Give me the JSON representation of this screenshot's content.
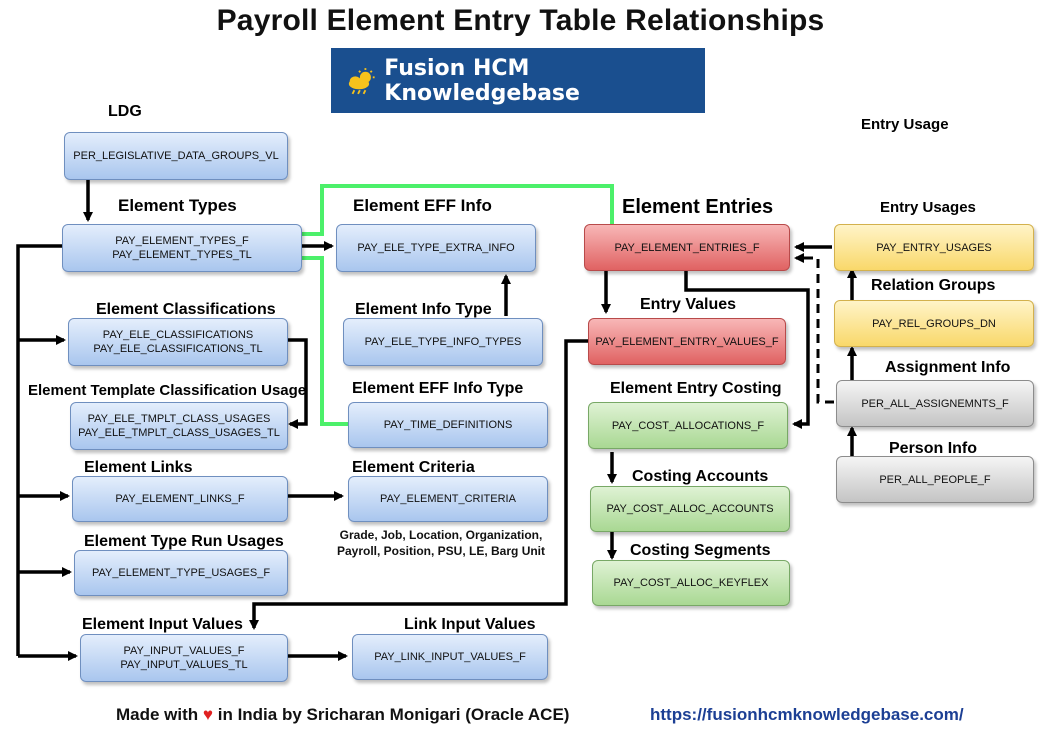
{
  "title": "Payroll Element Entry Table Relationships",
  "logo": {
    "text": "Fusion HCM Knowledgebase",
    "icon": "sun-cloud-icon"
  },
  "labels": {
    "ldg": "LDG",
    "element_types": "Element Types",
    "element_classifications": "Element Classifications",
    "element_template_classification_usage": "Element Template Classification Usage",
    "element_links": "Element Links",
    "element_type_run_usages": "Element Type Run Usages",
    "element_input_values": "Element Input Values",
    "link_input_values": "Link Input Values",
    "element_eff_info": "Element EFF Info",
    "element_info_type": "Element Info Type",
    "element_eff_info_type": "Element EFF Info Type",
    "element_criteria": "Element Criteria",
    "element_entries": "Element Entries",
    "entry_values": "Entry Values",
    "element_entry_costing": "Element Entry Costing",
    "costing_accounts": "Costing Accounts",
    "costing_segments": "Costing Segments",
    "entry_usage": "Entry Usage",
    "entry_usages": "Entry Usages",
    "relation_groups": "Relation Groups",
    "assignment_info": "Assignment Info",
    "person_info": "Person Info"
  },
  "boxes": {
    "per_legislative_data_groups_vl": {
      "line1": "PER_LEGISLATIVE_DATA_GROUPS_VL",
      "line2": ""
    },
    "pay_element_types": {
      "line1": "PAY_ELEMENT_TYPES_F",
      "line2": "PAY_ELEMENT_TYPES_TL"
    },
    "pay_ele_classifications": {
      "line1": "PAY_ELE_CLASSIFICATIONS",
      "line2": "PAY_ELE_CLASSIFICATIONS_TL"
    },
    "pay_ele_tmplt_class_usages": {
      "line1": "PAY_ELE_TMPLT_CLASS_USAGES",
      "line2": "PAY_ELE_TMPLT_CLASS_USAGES_TL"
    },
    "pay_element_links_f": {
      "line1": "PAY_ELEMENT_LINKS_F",
      "line2": ""
    },
    "pay_element_type_usages_f": {
      "line1": "PAY_ELEMENT_TYPE_USAGES_F",
      "line2": ""
    },
    "pay_input_values": {
      "line1": "PAY_INPUT_VALUES_F",
      "line2": "PAY_INPUT_VALUES_TL"
    },
    "pay_link_input_values_f": {
      "line1": "PAY_LINK_INPUT_VALUES_F",
      "line2": ""
    },
    "pay_ele_type_extra_info": {
      "line1": "PAY_ELE_TYPE_EXTRA_INFO",
      "line2": ""
    },
    "pay_ele_type_info_types": {
      "line1": "PAY_ELE_TYPE_INFO_TYPES",
      "line2": ""
    },
    "pay_time_definitions": {
      "line1": "PAY_TIME_DEFINITIONS",
      "line2": ""
    },
    "pay_element_criteria": {
      "line1": "PAY_ELEMENT_CRITERIA",
      "line2": ""
    },
    "pay_element_entries_f": {
      "line1": "PAY_ELEMENT_ENTRIES_F",
      "line2": ""
    },
    "pay_element_entry_values_f": {
      "line1": "PAY_ELEMENT_ENTRY_VALUES_F",
      "line2": ""
    },
    "pay_cost_allocations_f": {
      "line1": "PAY_COST_ALLOCATIONS_F",
      "line2": ""
    },
    "pay_cost_alloc_accounts": {
      "line1": "PAY_COST_ALLOC_ACCOUNTS",
      "line2": ""
    },
    "pay_cost_alloc_keyflex": {
      "line1": "PAY_COST_ALLOC_KEYFLEX",
      "line2": ""
    },
    "pay_entry_usages": {
      "line1": "PAY_ENTRY_USAGES",
      "line2": ""
    },
    "pay_rel_groups_dn": {
      "line1": "PAY_REL_GROUPS_DN",
      "line2": ""
    },
    "per_all_assignemnts_f": {
      "line1": "PER_ALL_ASSIGNEMNTS_F",
      "line2": ""
    },
    "per_all_people_f": {
      "line1": "PER_ALL_PEOPLE_F",
      "line2": ""
    }
  },
  "criteria_note": {
    "line1": "Grade, Job, Location, Organization,",
    "line2": "Payroll, Position, PSU, LE, Barg Unit"
  },
  "footer": {
    "made_with": "Made with",
    "heart": "♥",
    "rest": "in India by Sricharan Monigari (Oracle ACE)",
    "url": "https://fusionhcmknowledgebase.com/"
  },
  "colors": {
    "blue_box": "#a9c6ee",
    "red_box": "#e06262",
    "green_box": "#a9d893",
    "yellow_box": "#f9d86a",
    "grey_box": "#c4c4c4",
    "green_connector": "#4cf06a",
    "logo_bg": "#1a4f8f",
    "url": "#1c3f94"
  }
}
